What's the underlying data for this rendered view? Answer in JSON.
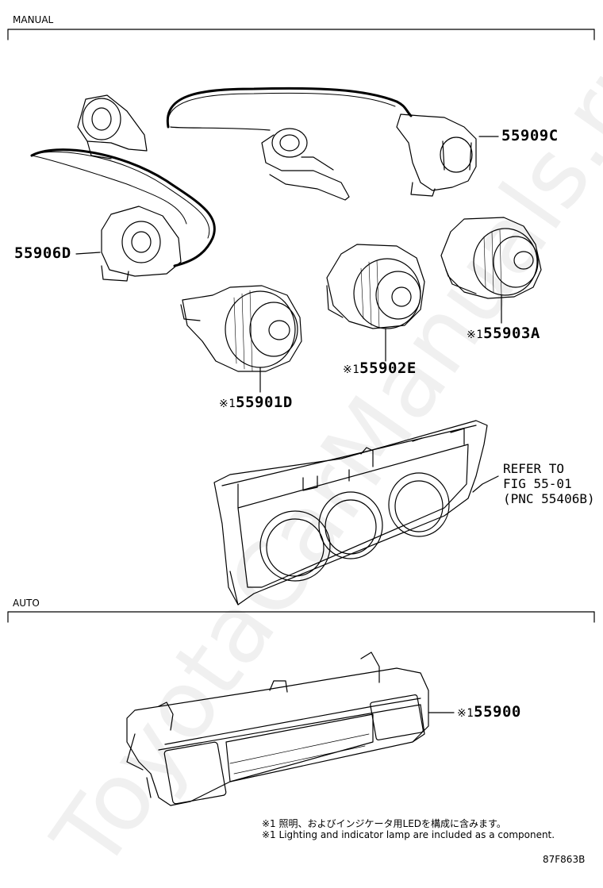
{
  "sections": {
    "manual": "MANUAL",
    "auto": "AUTO"
  },
  "parts": {
    "p55909c": "55909C",
    "p55906d": "55906D",
    "p55903a": "55903A",
    "p55902e": "55902E",
    "p55901d": "55901D",
    "p55900": "55900",
    "mark": "※1"
  },
  "refer": {
    "line1": "REFER TO",
    "line2": "FIG 55-01",
    "line3": "(PNC 55406B)"
  },
  "notes": {
    "jp": "※1 照明、およびインジケータ用LEDを構成に含みます。",
    "en": "※1 Lighting and indicator lamp are included as a component."
  },
  "figure_id": "87F863B",
  "watermark": "ToyotaCarManuals.ru"
}
